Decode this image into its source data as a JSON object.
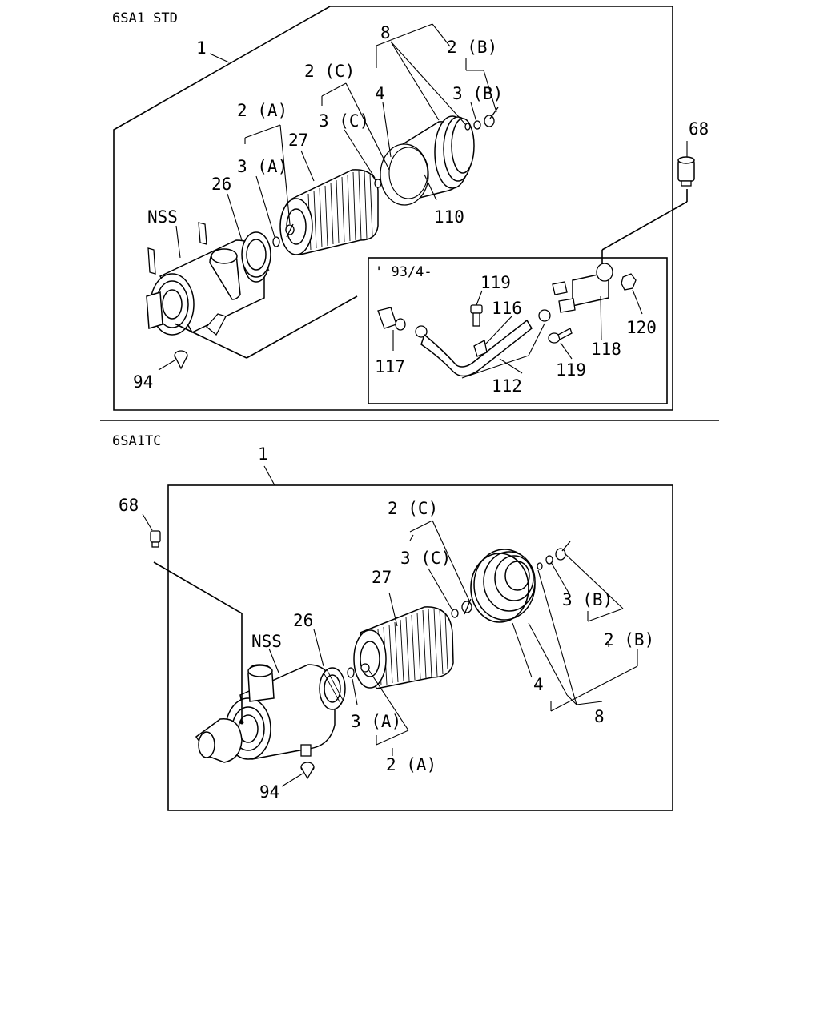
{
  "sections": [
    {
      "id": "std",
      "title": "6SA1  STD",
      "inset_title": "' 93/4-",
      "labels": {
        "assy": "1",
        "p8": "8",
        "p2b": "2 (B)",
        "p3b": "3 (B)",
        "p2c": "2 (C)",
        "p3c": "3 (C)",
        "p4": "4",
        "p2a": "2 (A)",
        "p3a": "3 (A)",
        "p27": "27",
        "p26": "26",
        "nss": "NSS",
        "p110": "110",
        "p68": "68",
        "p119a": "119",
        "p116": "116",
        "p117": "117",
        "p112": "112",
        "p119b": "119",
        "p118": "118",
        "p120": "120",
        "p94": "94"
      }
    },
    {
      "id": "tc",
      "title": "6SA1TC",
      "labels": {
        "assy": "1",
        "p68": "68",
        "p2c": "2 (C)",
        "p3c": "3 (C)",
        "p27": "27",
        "p26": "26",
        "nss": "NSS",
        "p3b": "3 (B)",
        "p2b": "2 (B)",
        "p4": "4",
        "p8": "8",
        "p3a": "3 (A)",
        "p2a": "2 (A)",
        "p94": "94"
      }
    }
  ]
}
